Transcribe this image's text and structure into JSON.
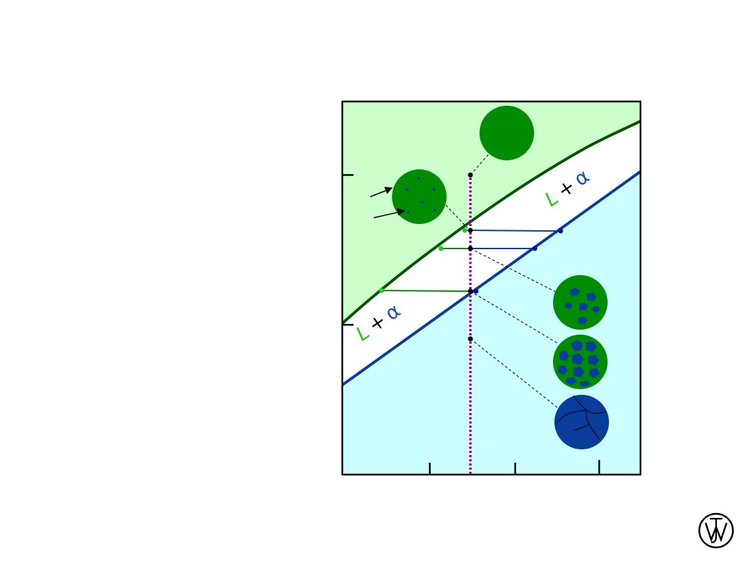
{
  "diagram": {
    "phase_labels": [
      {
        "L": "L",
        "plus": "+",
        "alpha": "α"
      },
      {
        "L": "L",
        "plus": "+",
        "alpha": "α"
      }
    ],
    "colors": {
      "liquid_region": "#ccffcc",
      "solid_region": "#ccffff",
      "two_phase_region": "#ffffff",
      "liquidus_line": "#005500",
      "solidus_line": "#0a3c9b",
      "liquid_phase_particle": "#008c00",
      "alpha_phase_particle": "#0a3c9b",
      "composition_line": "#990099",
      "liquid_tie_end": "#22cc22",
      "alpha_tie_end": "#1010aa"
    },
    "microstructures": [
      "all-liquid",
      "liquid-with-alpha-nuclei",
      "liquid-with-small-alpha-grains",
      "liquid-with-large-alpha-grains",
      "all-alpha-polycrystal"
    ]
  },
  "logo": {
    "icon": "wiley-logo-icon"
  }
}
